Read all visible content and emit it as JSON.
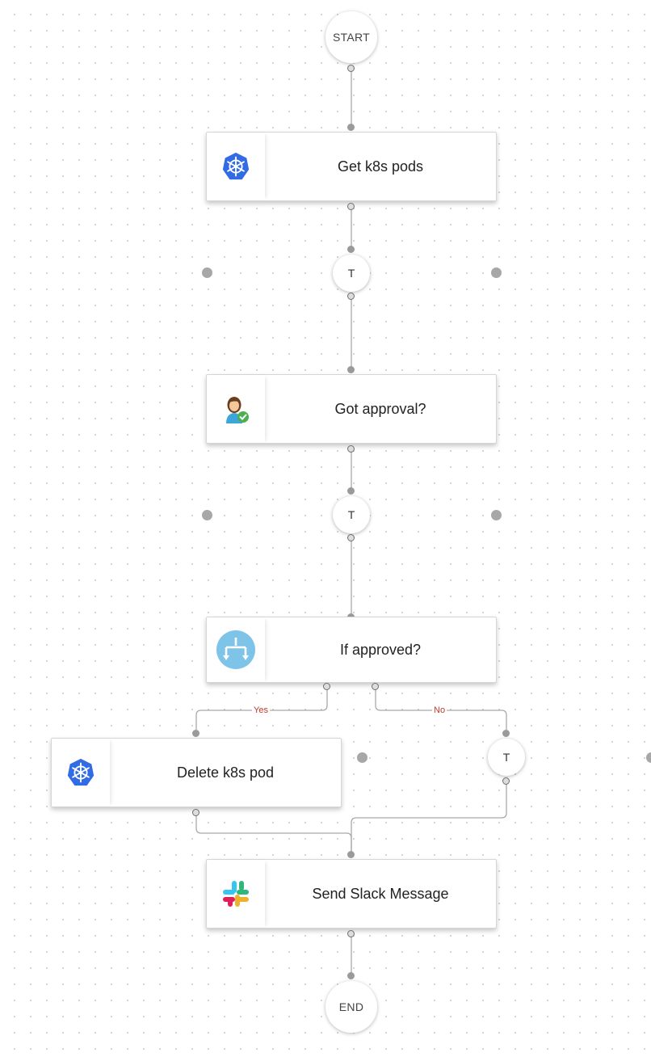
{
  "terminals": {
    "start": "START",
    "end": "END"
  },
  "nodes": {
    "get_pods": {
      "label": "Get k8s pods",
      "icon": "kubernetes-icon"
    },
    "approval": {
      "label": "Got approval?",
      "icon": "user-approval-icon"
    },
    "condition": {
      "label": "If approved?",
      "icon": "condition-branch-icon"
    },
    "delete_pod": {
      "label": "Delete k8s pod",
      "icon": "kubernetes-icon"
    },
    "slack": {
      "label": "Send Slack Message",
      "icon": "slack-icon"
    }
  },
  "transforms": {
    "t1": "T",
    "t2": "T",
    "t3": "T"
  },
  "branch_labels": {
    "yes": "Yes",
    "no": "No"
  },
  "colors": {
    "kubernetes": "#326CE5",
    "condition": "#7dc4e8",
    "branch_label": "#c0392b",
    "slack_blue": "#36C5F0",
    "slack_green": "#2EB67D",
    "slack_yellow": "#ECB22E",
    "slack_red": "#E01E5A"
  }
}
